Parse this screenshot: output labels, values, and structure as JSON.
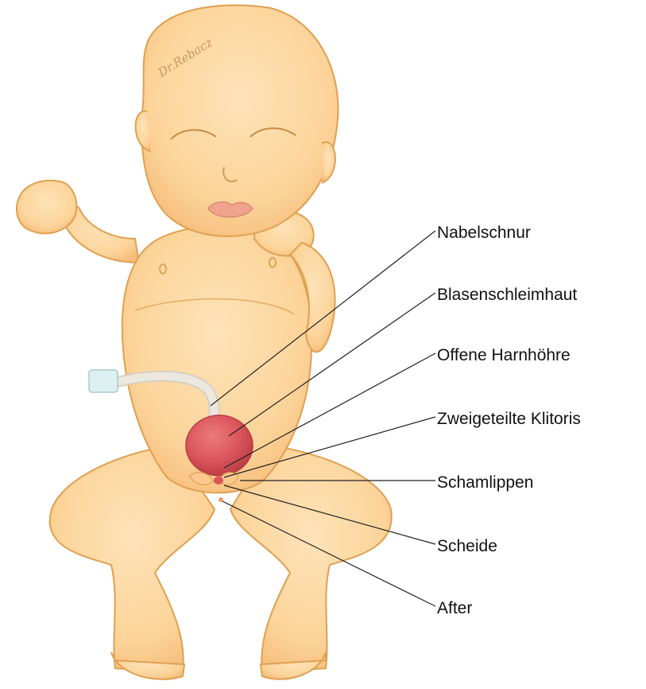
{
  "title": "",
  "signature": "Dr.Rebacz",
  "colors": {
    "skin": "#fcd49a",
    "skin_shade": "#f3b46e",
    "outline": "#e0a050",
    "bladder": "#d9545a",
    "bladder_dark": "#b83a42",
    "lips": "#f0a48e",
    "cord": "#ece8df",
    "clamp": "#dcf0f2",
    "leader_line": "#222222",
    "text": "#111111"
  },
  "labels": [
    {
      "id": "nabelschnur",
      "text": "Nabelschnur"
    },
    {
      "id": "blasenschleimhaut",
      "text": "Blasenschleimhaut"
    },
    {
      "id": "offene-harnroehre",
      "text": "Offene Harnhöhre"
    },
    {
      "id": "zweigeteilte-klitoris",
      "text": "Zweigeteilte Klitoris"
    },
    {
      "id": "schamlippen",
      "text": "Schamlippen"
    },
    {
      "id": "scheide",
      "text": "Scheide"
    },
    {
      "id": "after",
      "text": "After"
    }
  ]
}
